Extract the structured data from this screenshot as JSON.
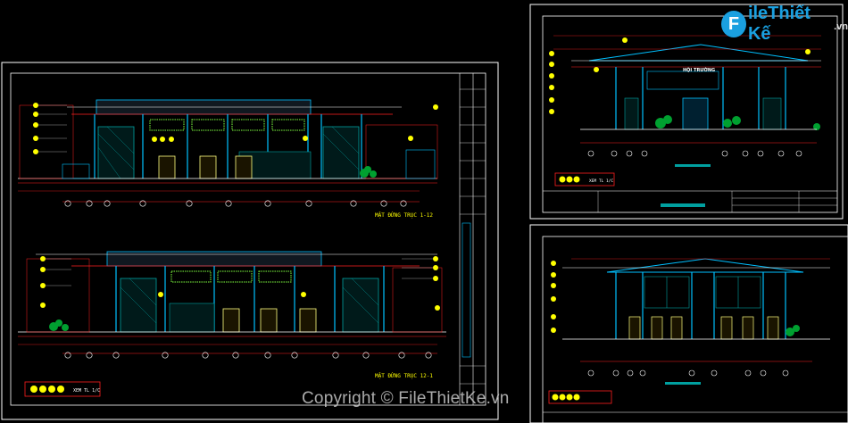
{
  "window": {
    "title": ""
  },
  "logo": {
    "letter": "F",
    "brand": "ileThiết Kế",
    "suffix": ".vn",
    "icon": "logo-f-icon"
  },
  "watermark": {
    "text": "Copyright © FileThietKe.vn"
  },
  "drawings": {
    "elevation_1_12": {
      "label": "MẶT ĐỨNG TRỤC 1-12"
    },
    "elevation_12_1": {
      "label": "MẶT ĐỨNG TRỤC 12-1"
    },
    "right_top_sign": {
      "label": "HỘI TRƯỜNG"
    },
    "scale_note_left": {
      "label": "XEM TL 1/C"
    },
    "scale_note_rt": {
      "label": "XEM TL 1/C"
    }
  },
  "colors": {
    "frame": "#ffffff",
    "dim": "#ff2020",
    "wall": "#00c0ff",
    "glass": "#00a0a0",
    "tree": "#00c040",
    "text": "#ffff00",
    "bg": "#000000"
  }
}
